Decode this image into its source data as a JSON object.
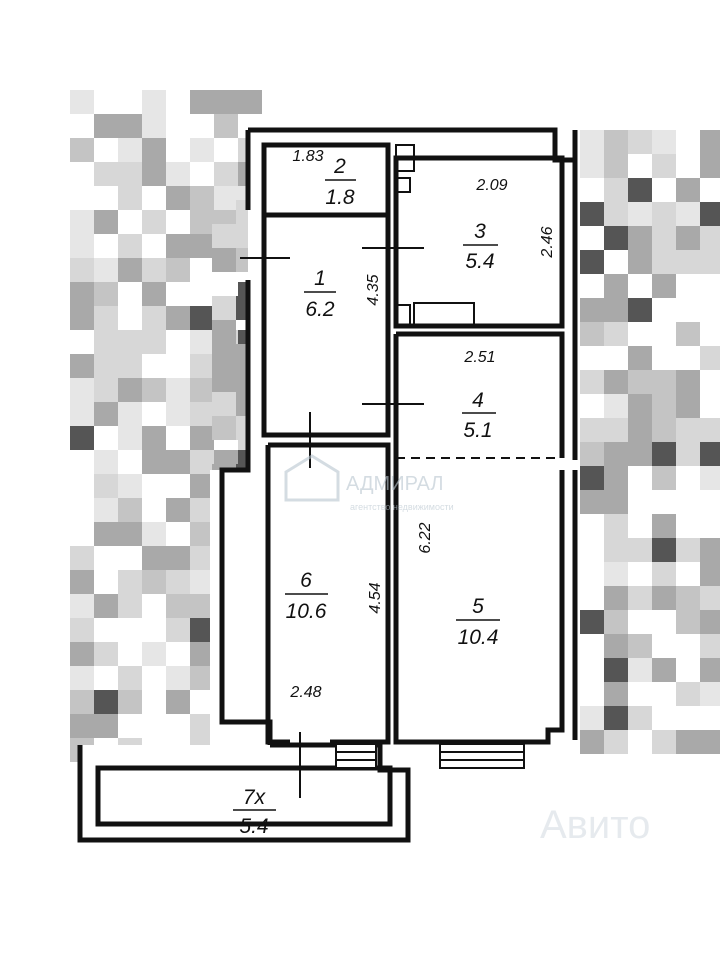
{
  "colors": {
    "wall": "#111111",
    "pixel_light": "#d7d7d7",
    "pixel_mid": "#a9a9a9",
    "pixel_dark": "#555555",
    "watermark": "#b9c6cf"
  },
  "rooms": [
    {
      "id": "1",
      "number": "1",
      "area": "6.2"
    },
    {
      "id": "2",
      "number": "2",
      "area": "1.8"
    },
    {
      "id": "3",
      "number": "3",
      "area": "5.4"
    },
    {
      "id": "4",
      "number": "4",
      "area": "5.1"
    },
    {
      "id": "5",
      "number": "5",
      "area": "10.4"
    },
    {
      "id": "6",
      "number": "6",
      "area": "10.6"
    },
    {
      "id": "7",
      "number": "7х",
      "area": "5.4"
    }
  ],
  "dimensions": {
    "d_1_83": "1.83",
    "d_2_09": "2.09",
    "d_2_46": "2.46",
    "d_4_35": "4.35",
    "d_2_51": "2.51",
    "d_6_22": "6.22",
    "d_4_54": "4.54",
    "d_2_48": "2.48"
  },
  "watermarks": {
    "agency": "АДМИРАЛ",
    "agency_sub": "агентство недвижимости",
    "site": "Авито"
  }
}
